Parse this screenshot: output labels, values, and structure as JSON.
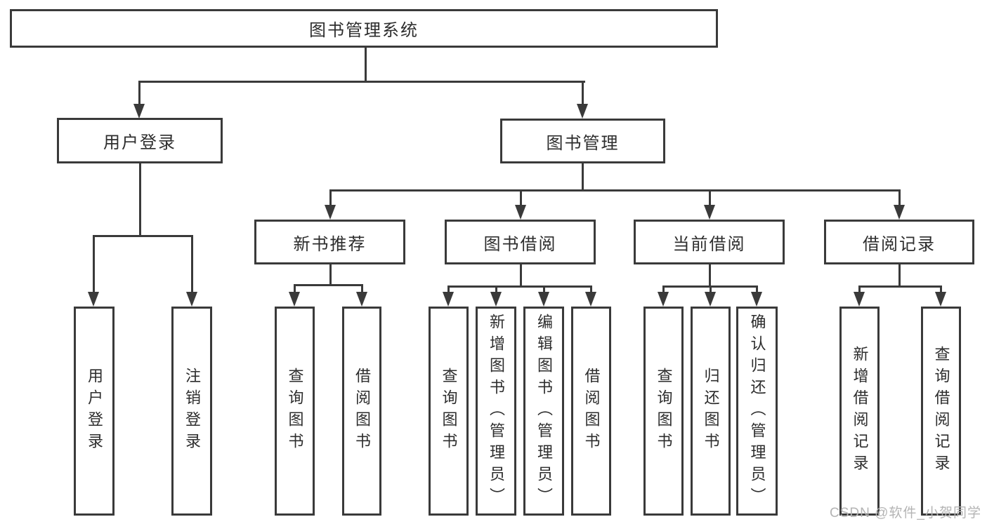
{
  "diagram": {
    "root": {
      "label": "图书管理系统"
    },
    "level1": [
      {
        "label": "用户登录"
      },
      {
        "label": "图书管理"
      }
    ],
    "level2": [
      {
        "label": "新书推荐"
      },
      {
        "label": "图书借阅"
      },
      {
        "label": "当前借阅"
      },
      {
        "label": "借阅记录"
      }
    ],
    "leaves": [
      {
        "label": "用户登录"
      },
      {
        "label": "注销登录"
      },
      {
        "label": "查询图书"
      },
      {
        "label": "借阅图书"
      },
      {
        "label": "查询图书"
      },
      {
        "label": "新增图书（管理员）"
      },
      {
        "label": "编辑图书（管理员）"
      },
      {
        "label": "借阅图书"
      },
      {
        "label": "查询图书"
      },
      {
        "label": "归还图书"
      },
      {
        "label": "确认归还（管理员）"
      },
      {
        "label": "新增借阅记录"
      },
      {
        "label": "查询借阅记录"
      }
    ],
    "colors": {
      "line": "#3a3a3a",
      "text": "#2d2d2d",
      "background": "#ffffff",
      "watermark": "#b4b4b4"
    }
  },
  "watermark": {
    "text": "CSDN @软件_小贺同学"
  }
}
